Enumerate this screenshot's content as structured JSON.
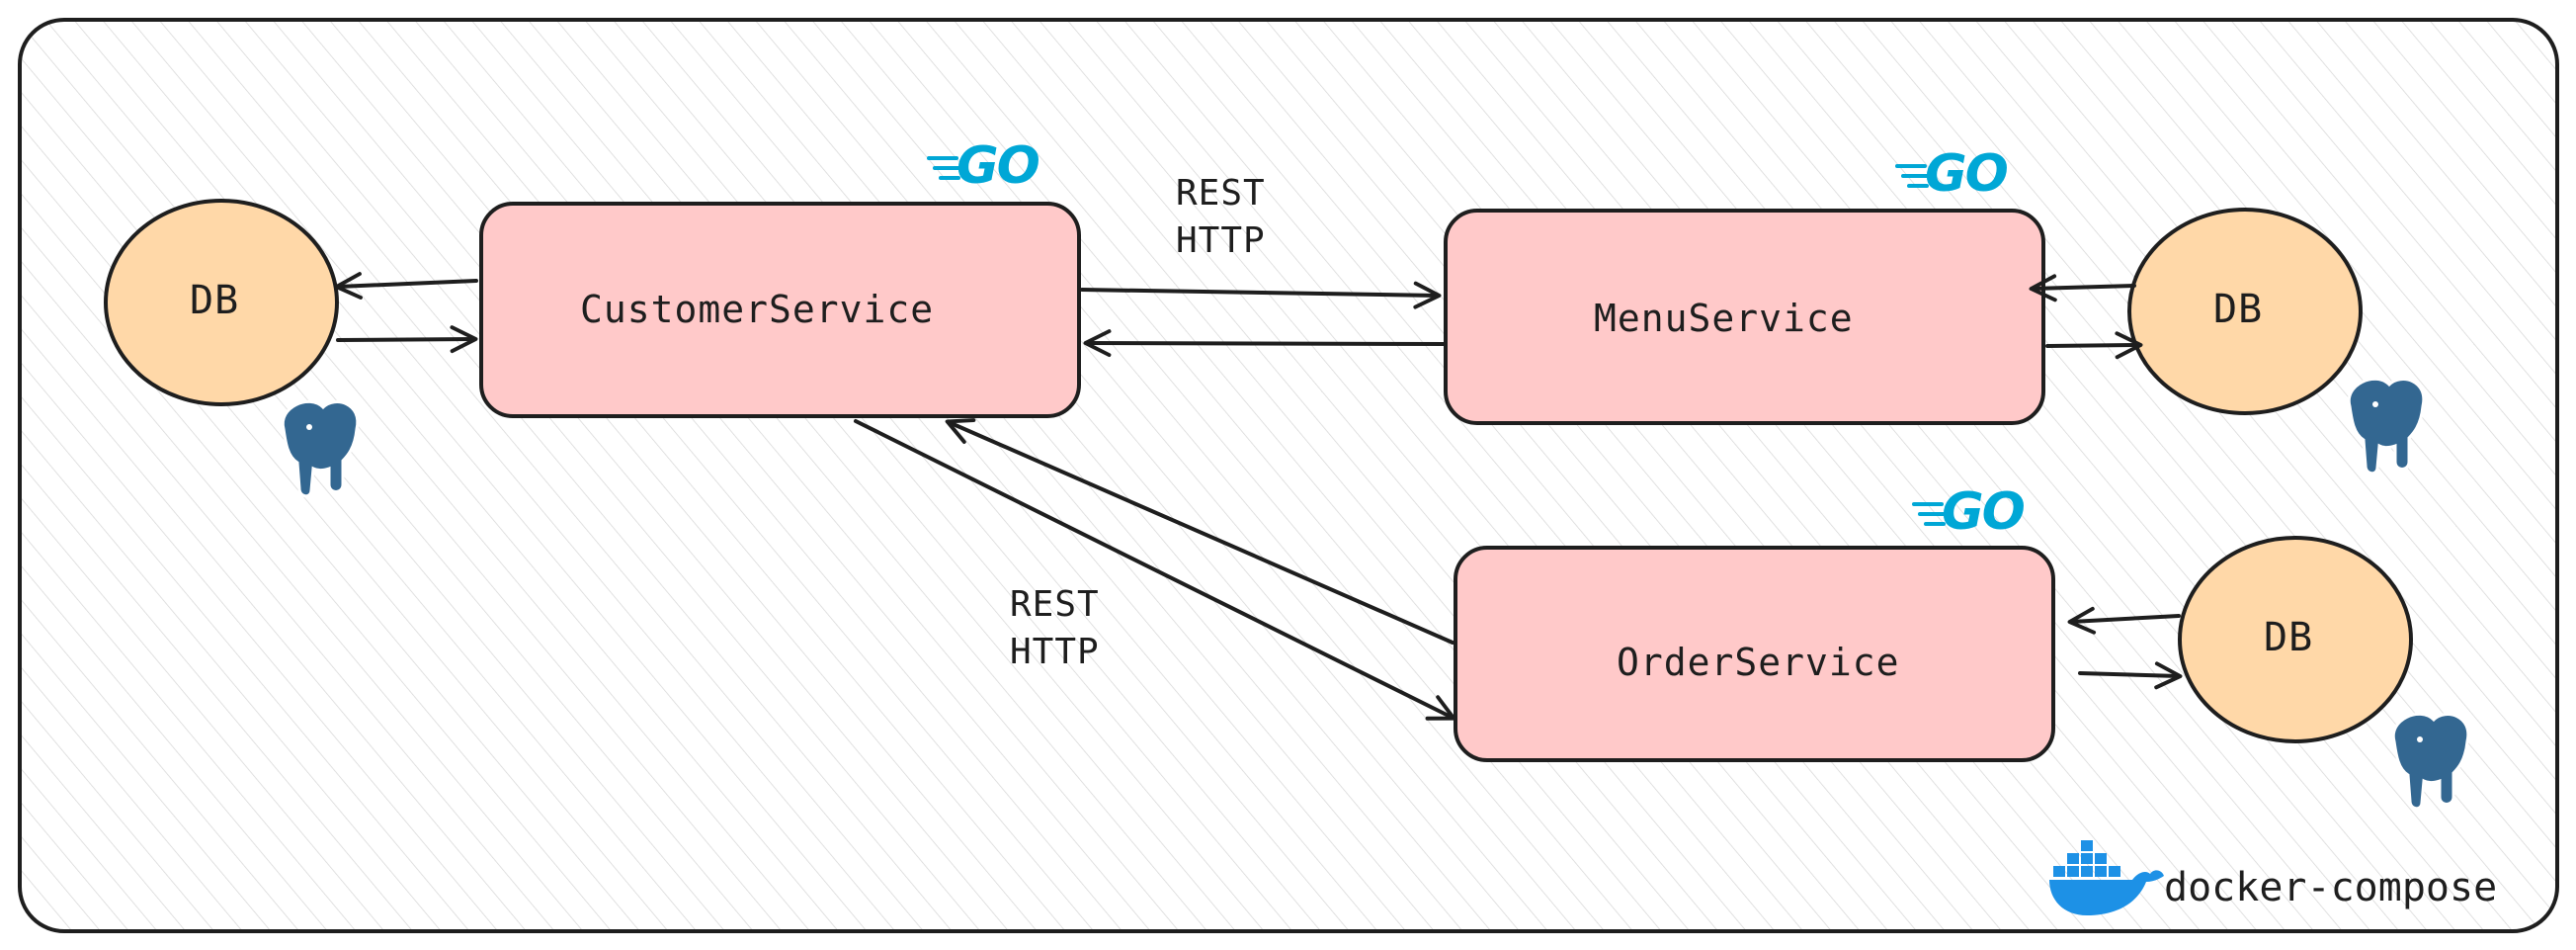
{
  "frame": {
    "label": "docker-compose",
    "icon": "docker-whale-icon"
  },
  "services": [
    {
      "id": "customer",
      "label": "CustomerService",
      "tech_badge": "GO"
    },
    {
      "id": "menu",
      "label": "MenuService",
      "tech_badge": "GO"
    },
    {
      "id": "order",
      "label": "OrderService",
      "tech_badge": "GO"
    }
  ],
  "databases": [
    {
      "owner": "customer",
      "label": "DB",
      "icon": "postgresql-elephant-icon"
    },
    {
      "owner": "menu",
      "label": "DB",
      "icon": "postgresql-elephant-icon"
    },
    {
      "owner": "order",
      "label": "DB",
      "icon": "postgresql-elephant-icon"
    }
  ],
  "connections": [
    {
      "from": "customer",
      "to": "menu",
      "label_line1": "REST",
      "label_line2": "HTTP"
    },
    {
      "from": "customer",
      "to": "order",
      "label_line1": "REST",
      "label_line2": "HTTP"
    }
  ],
  "colors": {
    "service_fill": "#ffc9c9",
    "db_fill": "#ffd8a8",
    "stroke": "#1e1e1e",
    "go_blue": "#00a7d6",
    "postgres_blue": "#336791",
    "docker_blue": "#1d91e6"
  }
}
